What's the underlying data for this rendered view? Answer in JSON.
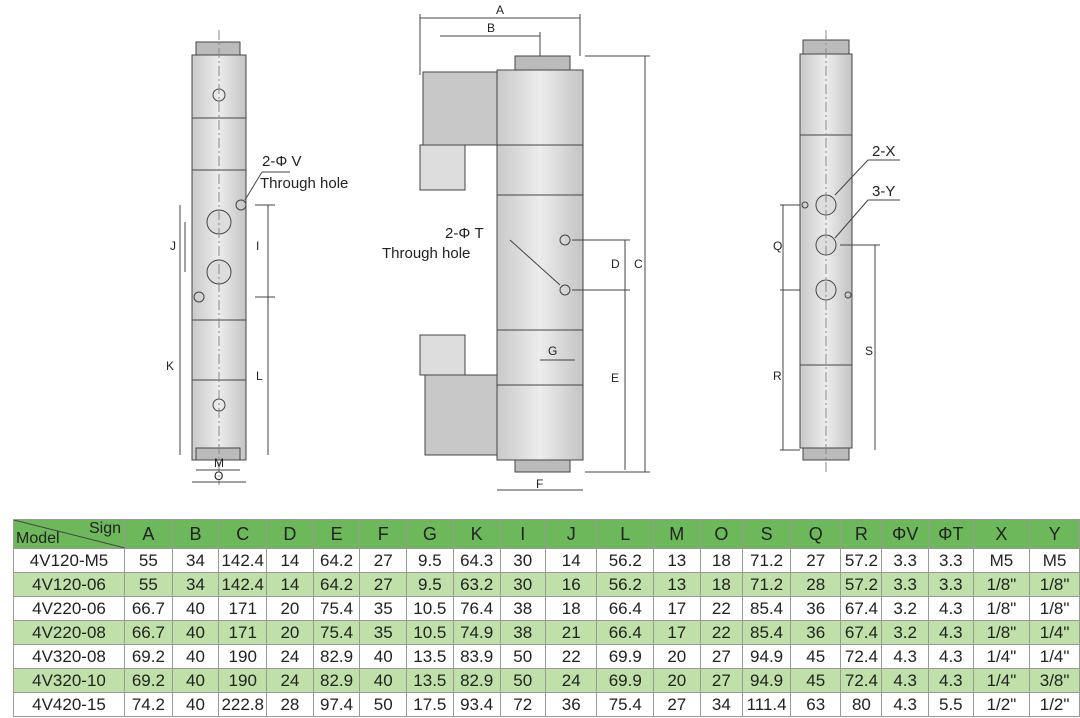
{
  "drawing": {
    "left_view": {
      "hole_label": "2-Φ V",
      "through_hole": "Through hole",
      "dims": [
        "J",
        "I",
        "K",
        "L",
        "M",
        "O"
      ]
    },
    "middle_view": {
      "hole_label": "2-Φ T",
      "through_hole": "Through hole",
      "dims": [
        "A",
        "B",
        "C",
        "D",
        "E",
        "F",
        "G"
      ]
    },
    "right_view": {
      "port_x": "2-X",
      "port_y": "3-Y",
      "dims": [
        "Q",
        "R",
        "S"
      ]
    }
  },
  "table": {
    "corner_sign": "Sign",
    "corner_model": "Model",
    "headers": [
      "A",
      "B",
      "C",
      "D",
      "E",
      "F",
      "G",
      "K",
      "I",
      "J",
      "L",
      "M",
      "O",
      "S",
      "Q",
      "R",
      "ΦV",
      "ΦT",
      "X",
      "Y"
    ],
    "rows": [
      [
        "4V120-M5",
        "55",
        "34",
        "142.4",
        "14",
        "64.2",
        "27",
        "9.5",
        "64.3",
        "30",
        "14",
        "56.2",
        "13",
        "18",
        "71.2",
        "27",
        "57.2",
        "3.3",
        "3.3",
        "M5",
        "M5"
      ],
      [
        "4V120-06",
        "55",
        "34",
        "142.4",
        "14",
        "64.2",
        "27",
        "9.5",
        "63.2",
        "30",
        "16",
        "56.2",
        "13",
        "18",
        "71.2",
        "28",
        "57.2",
        "3.3",
        "3.3",
        "1/8\"",
        "1/8\""
      ],
      [
        "4V220-06",
        "66.7",
        "40",
        "171",
        "20",
        "75.4",
        "35",
        "10.5",
        "76.4",
        "38",
        "18",
        "66.4",
        "17",
        "22",
        "85.4",
        "36",
        "67.4",
        "3.2",
        "4.3",
        "1/8\"",
        "1/8\""
      ],
      [
        "4V220-08",
        "66.7",
        "40",
        "171",
        "20",
        "75.4",
        "35",
        "10.5",
        "74.9",
        "38",
        "21",
        "66.4",
        "17",
        "22",
        "85.4",
        "36",
        "67.4",
        "3.2",
        "4.3",
        "1/8\"",
        "1/4\""
      ],
      [
        "4V320-08",
        "69.2",
        "40",
        "190",
        "24",
        "82.9",
        "40",
        "13.5",
        "83.9",
        "50",
        "22",
        "69.9",
        "20",
        "27",
        "94.9",
        "45",
        "72.4",
        "4.3",
        "4.3",
        "1/4\"",
        "1/4\""
      ],
      [
        "4V320-10",
        "69.2",
        "40",
        "190",
        "24",
        "82.9",
        "40",
        "13.5",
        "82.9",
        "50",
        "24",
        "69.9",
        "20",
        "27",
        "94.9",
        "45",
        "72.4",
        "4.3",
        "4.3",
        "1/4\"",
        "3/8\""
      ],
      [
        "4V420-15",
        "74.2",
        "40",
        "222.8",
        "28",
        "97.4",
        "50",
        "17.5",
        "93.4",
        "72",
        "36",
        "75.4",
        "27",
        "34",
        "111.4",
        "63",
        "80",
        "4.3",
        "5.5",
        "1/2\"",
        "1/2\""
      ]
    ]
  }
}
